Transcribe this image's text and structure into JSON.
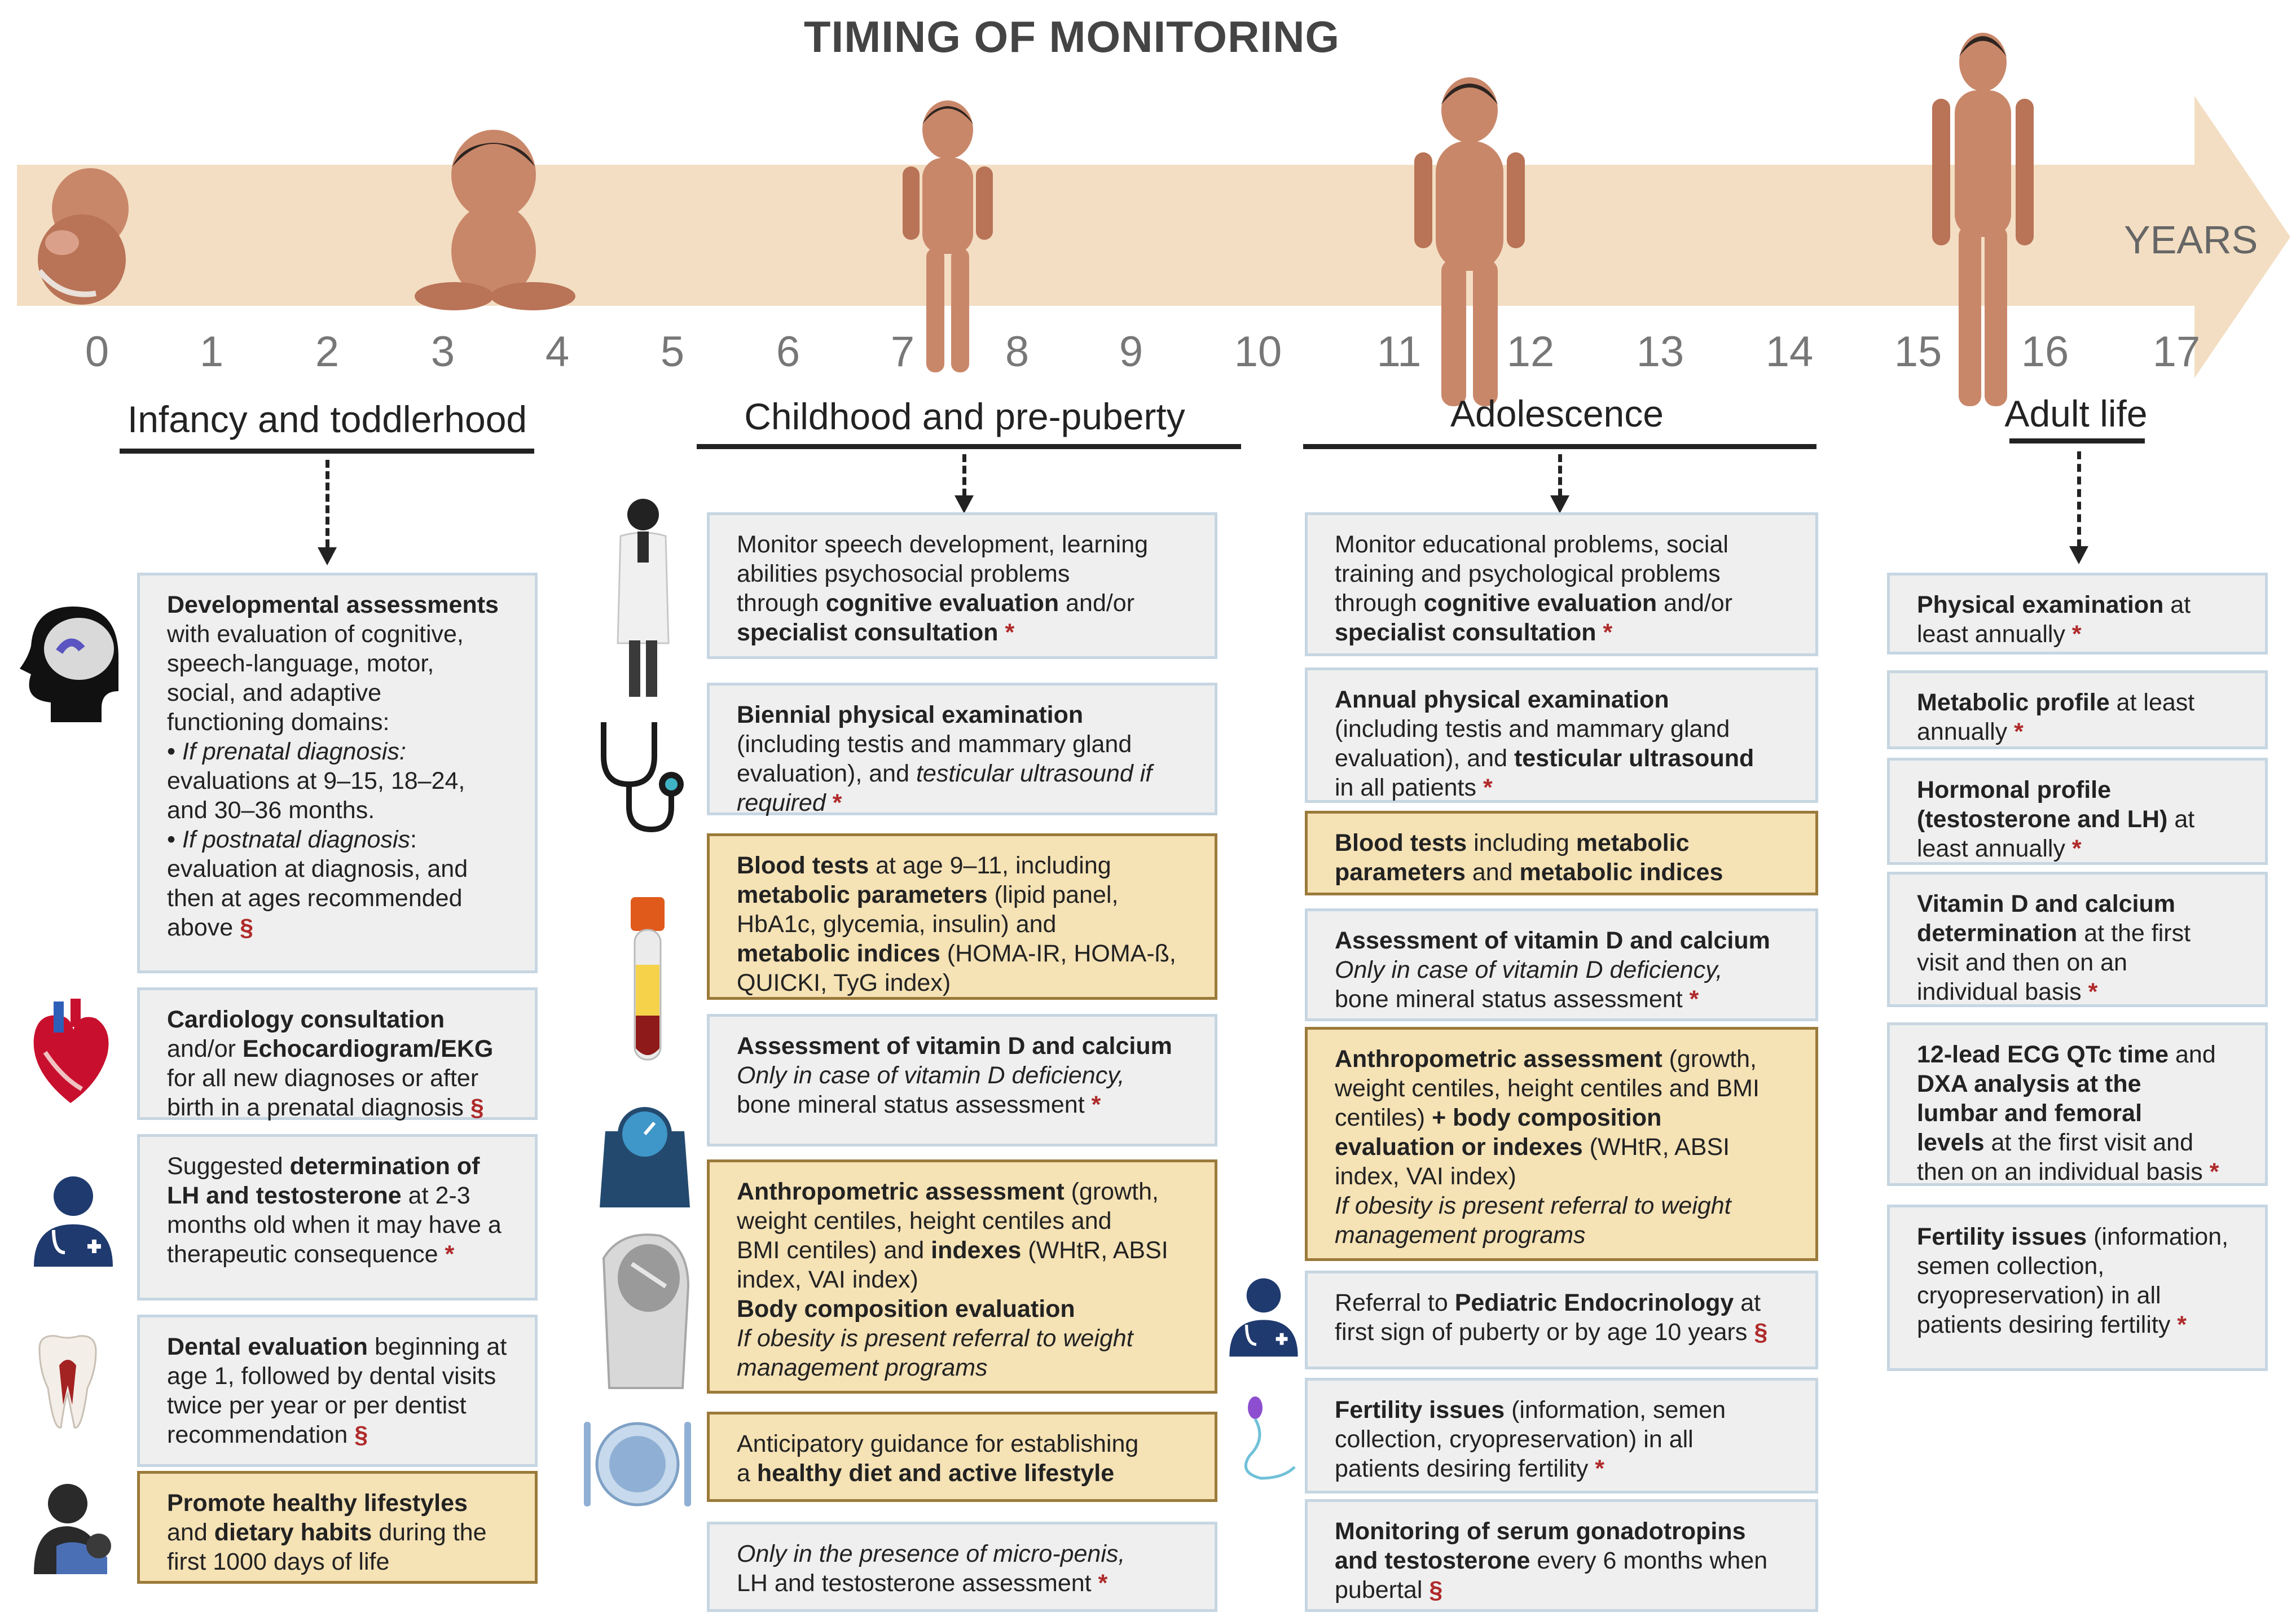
{
  "title": "TIMING OF MONITORING",
  "axis": {
    "label": "YEARS",
    "ticks": [
      "0",
      "1",
      "2",
      "3",
      "4",
      "5",
      "6",
      "7",
      "8",
      "9",
      "10",
      "11",
      "12",
      "13",
      "14",
      "15",
      "16",
      "17"
    ]
  },
  "colors": {
    "band": "#f3dec3",
    "box_gray": "#efefef",
    "box_yellow": "#f5e2b5",
    "marker": "#b02a2a",
    "skin": "#c9876a"
  },
  "stages": {
    "infancy": "Infancy and toddlerhood",
    "childhood": "Childhood and pre-puberty",
    "adolescence": "Adolescence",
    "adult": "Adult life"
  },
  "icons": [
    "fetus-icon",
    "baby-icon",
    "child-icon",
    "adolescent-icon",
    "adult-icon",
    "brain-head-icon",
    "heart-icon",
    "doctor-icon",
    "tooth-icon",
    "mother-child-icon",
    "physician-icon",
    "stethoscope-icon",
    "blood-tube-icon",
    "scale-icon",
    "body-composition-device-icon",
    "plate-cutlery-icon",
    "sperm-icon"
  ],
  "infancy_boxes": [
    {
      "lines": [
        [
          {
            "t": "Developmental assessments",
            "s": "b"
          }
        ],
        [
          {
            "t": "with evaluation of cognitive,"
          }
        ],
        [
          {
            "t": "speech-language, motor,"
          }
        ],
        [
          {
            "t": "social, and adaptive"
          }
        ],
        [
          {
            "t": "functioning domains:"
          }
        ],
        [
          {
            "t": "• "
          },
          {
            "t": "If prenatal diagnosis:",
            "s": "i"
          }
        ],
        [
          {
            "t": "evaluations at 9–15, 18–24,"
          }
        ],
        [
          {
            "t": "and 30–36 months."
          }
        ],
        [
          {
            "t": "• "
          },
          {
            "t": "If postnatal diagnosis",
            "s": "i"
          },
          {
            "t": ":"
          }
        ],
        [
          {
            "t": "evaluation at diagnosis, and"
          }
        ],
        [
          {
            "t": "then at ages recommended"
          }
        ],
        [
          {
            "t": "above "
          },
          {
            "t": "§",
            "s": "mk"
          }
        ]
      ]
    },
    {
      "lines": [
        [
          {
            "t": "Cardiology consultation",
            "s": "b"
          }
        ],
        [
          {
            "t": "and/or "
          },
          {
            "t": "Echocardiogram/EKG",
            "s": "b"
          }
        ],
        [
          {
            "t": "for all new diagnoses or after"
          }
        ],
        [
          {
            "t": "birth in a prenatal diagnosis "
          },
          {
            "t": "§",
            "s": "mk"
          }
        ]
      ]
    },
    {
      "lines": [
        [
          {
            "t": "Suggested "
          },
          {
            "t": "determination of",
            "s": "b"
          }
        ],
        [
          {
            "t": "LH and testosterone",
            "s": "b"
          },
          {
            "t": " at 2-3"
          }
        ],
        [
          {
            "t": "months old when it may have a"
          }
        ],
        [
          {
            "t": "therapeutic consequence "
          },
          {
            "t": "*",
            "s": "mk"
          }
        ]
      ]
    },
    {
      "lines": [
        [
          {
            "t": "Dental evaluation",
            "s": "b"
          },
          {
            "t": " beginning at"
          }
        ],
        [
          {
            "t": "age 1, followed by dental visits"
          }
        ],
        [
          {
            "t": "twice per year or per dentist"
          }
        ],
        [
          {
            "t": "recommendation "
          },
          {
            "t": "§",
            "s": "mk"
          }
        ]
      ]
    },
    {
      "lines": [
        [
          {
            "t": "Promote healthy lifestyles",
            "s": "b"
          }
        ],
        [
          {
            "t": "and "
          },
          {
            "t": "dietary habits",
            "s": "b"
          },
          {
            "t": " during the"
          }
        ],
        [
          {
            "t": "first 1000 days of life"
          }
        ]
      ]
    }
  ],
  "childhood_boxes": [
    {
      "lines": [
        [
          {
            "t": "Monitor speech development, learning"
          }
        ],
        [
          {
            "t": "abilities psychosocial problems"
          }
        ],
        [
          {
            "t": "through "
          },
          {
            "t": "cognitive evaluation",
            "s": "b"
          },
          {
            "t": " and/or"
          }
        ],
        [
          {
            "t": "specialist consultation",
            "s": "b"
          },
          {
            "t": "  "
          },
          {
            "t": "*",
            "s": "mk"
          }
        ]
      ]
    },
    {
      "lines": [
        [
          {
            "t": "Biennial physical examination",
            "s": "b"
          }
        ],
        [
          {
            "t": "(including testis and mammary gland"
          }
        ],
        [
          {
            "t": "evaluation), and "
          },
          {
            "t": "testicular ultrasound if",
            "s": "i"
          }
        ],
        [
          {
            "t": "required",
            "s": "i"
          },
          {
            "t": "  "
          },
          {
            "t": "*",
            "s": "mk"
          }
        ]
      ]
    },
    {
      "lines": [
        [
          {
            "t": "Blood tests",
            "s": "b"
          },
          {
            "t": " at age 9–11, including"
          }
        ],
        [
          {
            "t": "metabolic parameters",
            "s": "b"
          },
          {
            "t": " (lipid panel,"
          }
        ],
        [
          {
            "t": "HbA1c, glycemia, insulin)  and"
          }
        ],
        [
          {
            "t": "metabolic indices",
            "s": "b"
          },
          {
            "t": " (HOMA-IR, HOMA-ß,"
          }
        ],
        [
          {
            "t": "QUICKI, TyG index)"
          }
        ]
      ]
    },
    {
      "lines": [
        [
          {
            "t": "Assessment of vitamin D and calcium",
            "s": "b"
          }
        ],
        [
          {
            "t": "Only in case of vitamin D deficiency,",
            "s": "i"
          }
        ],
        [
          {
            "t": "bone mineral status assessment  "
          },
          {
            "t": "*",
            "s": "mk"
          }
        ]
      ]
    },
    {
      "lines": [
        [
          {
            "t": "Anthropometric assessment",
            "s": "b"
          },
          {
            "t": " (growth,"
          }
        ],
        [
          {
            "t": "weight centiles, height centiles and"
          }
        ],
        [
          {
            "t": "BMI centiles) and "
          },
          {
            "t": "indexes",
            "s": "b"
          },
          {
            "t": " (WHtR, ABSI"
          }
        ],
        [
          {
            "t": "index, VAI index)"
          }
        ],
        [
          {
            "t": "Body composition evaluation",
            "s": "b"
          }
        ],
        [
          {
            "t": "If obesity is present referral to weight",
            "s": "i"
          }
        ],
        [
          {
            "t": "management programs",
            "s": "i"
          }
        ]
      ]
    },
    {
      "lines": [
        [
          {
            "t": "Anticipatory guidance for establishing"
          }
        ],
        [
          {
            "t": "a "
          },
          {
            "t": "healthy diet and active lifestyle",
            "s": "b"
          }
        ]
      ]
    },
    {
      "lines": [
        [
          {
            "t": "Only in the presence of micro-penis,",
            "s": "i"
          }
        ],
        [
          {
            "t": "LH and testosterone assessment  "
          },
          {
            "t": "*",
            "s": "mk"
          }
        ]
      ]
    }
  ],
  "adolescence_boxes": [
    {
      "lines": [
        [
          {
            "t": "Monitor educational problems, social"
          }
        ],
        [
          {
            "t": "training and psychological problems"
          }
        ],
        [
          {
            "t": "through "
          },
          {
            "t": "cognitive evaluation",
            "s": "b"
          },
          {
            "t": " and/or"
          }
        ],
        [
          {
            "t": "specialist consultation",
            "s": "b"
          },
          {
            "t": "  "
          },
          {
            "t": "*",
            "s": "mk"
          }
        ]
      ]
    },
    {
      "lines": [
        [
          {
            "t": "Annual physical examination",
            "s": "b"
          }
        ],
        [
          {
            "t": "(including testis and mammary gland"
          }
        ],
        [
          {
            "t": "evaluation), and "
          },
          {
            "t": "testicular ultrasound",
            "s": "b"
          }
        ],
        [
          {
            "t": "in all patients  "
          },
          {
            "t": "*",
            "s": "mk"
          }
        ]
      ]
    },
    {
      "lines": [
        [
          {
            "t": "Blood tests",
            "s": "b"
          },
          {
            "t": " including "
          },
          {
            "t": "metabolic",
            "s": "b"
          }
        ],
        [
          {
            "t": "parameters",
            "s": "b"
          },
          {
            "t": " and "
          },
          {
            "t": "metabolic indices",
            "s": "b"
          }
        ]
      ]
    },
    {
      "lines": [
        [
          {
            "t": "Assessment of vitamin D and calcium",
            "s": "b"
          }
        ],
        [
          {
            "t": "Only in case of vitamin D deficiency,",
            "s": "i"
          }
        ],
        [
          {
            "t": "bone mineral status assessment  "
          },
          {
            "t": "*",
            "s": "mk"
          }
        ]
      ]
    },
    {
      "lines": [
        [
          {
            "t": "Anthropometric assessment",
            "s": "b"
          },
          {
            "t": " (growth,"
          }
        ],
        [
          {
            "t": "weight centiles, height centiles and BMI"
          }
        ],
        [
          {
            "t": "centiles) "
          },
          {
            "t": "+ body composition",
            "s": "b"
          }
        ],
        [
          {
            "t": "evaluation or indexes",
            "s": "b"
          },
          {
            "t": " (WHtR, ABSI"
          }
        ],
        [
          {
            "t": "index, VAI index)"
          }
        ],
        [
          {
            "t": "If obesity is present referral to weight",
            "s": "i"
          }
        ],
        [
          {
            "t": "management programs",
            "s": "i"
          }
        ]
      ]
    },
    {
      "lines": [
        [
          {
            "t": "Referral to "
          },
          {
            "t": "Pediatric Endocrinology",
            "s": "b"
          },
          {
            "t": " at"
          }
        ],
        [
          {
            "t": "first sign of puberty or by age 10 years "
          },
          {
            "t": "§",
            "s": "mk"
          }
        ]
      ]
    },
    {
      "lines": [
        [
          {
            "t": "Fertility issues",
            "s": "b"
          },
          {
            "t": " (information, semen"
          }
        ],
        [
          {
            "t": "collection, cryopreservation)  in all"
          }
        ],
        [
          {
            "t": "patients desiring fertility  "
          },
          {
            "t": "*",
            "s": "mk"
          }
        ]
      ]
    },
    {
      "lines": [
        [
          {
            "t": "Monitoring of serum gonadotropins",
            "s": "b"
          }
        ],
        [
          {
            "t": "and testosterone",
            "s": "b"
          },
          {
            "t": " every 6 months when"
          }
        ],
        [
          {
            "t": "pubertal "
          },
          {
            "t": "§",
            "s": "mk"
          }
        ]
      ]
    }
  ],
  "adult_boxes": [
    {
      "lines": [
        [
          {
            "t": "Physical examination",
            "s": "b"
          },
          {
            "t": " at"
          }
        ],
        [
          {
            "t": "least annually  "
          },
          {
            "t": "*",
            "s": "mk"
          }
        ]
      ]
    },
    {
      "lines": [
        [
          {
            "t": "Metabolic profile",
            "s": "b"
          },
          {
            "t": " at least"
          }
        ],
        [
          {
            "t": "annually  "
          },
          {
            "t": "*",
            "s": "mk"
          }
        ]
      ]
    },
    {
      "lines": [
        [
          {
            "t": "Hormonal profile",
            "s": "b"
          }
        ],
        [
          {
            "t": "(testosterone and LH)",
            "s": "b"
          },
          {
            "t": " at"
          }
        ],
        [
          {
            "t": "least annually  "
          },
          {
            "t": "*",
            "s": "mk"
          }
        ]
      ]
    },
    {
      "lines": [
        [
          {
            "t": "Vitamin D and calcium",
            "s": "b"
          }
        ],
        [
          {
            "t": "determination",
            "s": "b"
          },
          {
            "t": " at the first"
          }
        ],
        [
          {
            "t": "visit and then on an"
          }
        ],
        [
          {
            "t": "individual basis "
          },
          {
            "t": "*",
            "s": "mk"
          }
        ]
      ]
    },
    {
      "lines": [
        [
          {
            "t": "12-lead ECG QTc time",
            "s": "b"
          },
          {
            "t": " and"
          }
        ],
        [
          {
            "t": "DXA analysis at the",
            "s": "b"
          }
        ],
        [
          {
            "t": "lumbar and femoral",
            "s": "b"
          }
        ],
        [
          {
            "t": "levels",
            "s": "b"
          },
          {
            "t": " at the first visit and"
          }
        ],
        [
          {
            "t": "then on an individual basis "
          },
          {
            "t": "*",
            "s": "mk"
          }
        ]
      ]
    },
    {
      "lines": [
        [
          {
            "t": "Fertility issues",
            "s": "b"
          },
          {
            "t": " (information,"
          }
        ],
        [
          {
            "t": "semen collection,"
          }
        ],
        [
          {
            "t": "cryopreservation)  in all"
          }
        ],
        [
          {
            "t": "patients desiring fertility "
          },
          {
            "t": "*",
            "s": "mk"
          }
        ]
      ]
    }
  ]
}
